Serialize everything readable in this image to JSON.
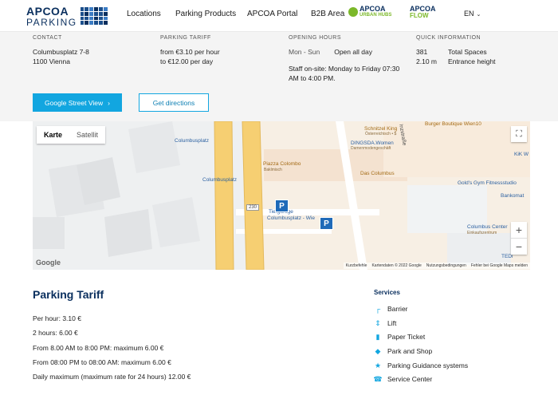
{
  "header": {
    "logo_main": "APCOA",
    "logo_sub": "PARKING",
    "nav": [
      "Locations",
      "Parking Products",
      "APCOA Portal",
      "B2B Area"
    ],
    "urban_main": "APCOA",
    "urban_sub": "URBAN HUBS",
    "flow_main": "APCOA",
    "flow_sub": "FLOW",
    "lang": "EN"
  },
  "info": {
    "contact_label": "CONTACT",
    "contact_lines": [
      "Columbusplatz 7-8",
      "1100 Vienna"
    ],
    "tariff_label": "PARKING TARIFF",
    "tariff_lines": [
      "from €3.10 per hour",
      "to €12.00 per day"
    ],
    "hours_label": "OPENING HOURS",
    "hours_days": "Mon - Sun",
    "hours_value": "Open all day",
    "staff": "Staff on-site: Monday to Friday 07:30 AM to 4:00 PM.",
    "quick_label": "QUICK INFORMATION",
    "quick_rows": [
      {
        "value": "381",
        "label": "Total Spaces"
      },
      {
        "value": "2.10 m",
        "label": "Entrance height"
      }
    ]
  },
  "buttons": {
    "street_view": "Google Street View",
    "directions": "Get directions"
  },
  "map": {
    "type_map": "Karte",
    "type_sat": "Satellit",
    "labels": {
      "columbusplatz_top": "Columbusplatz",
      "columbusplatz_mid": "Columbusplatz",
      "piazza": "Piazza Colombo",
      "piazza_sub": "Baklmisch",
      "schnitzel": "Schnitzel King",
      "schnitzel_sub": "Österreichisch • $",
      "dingsda": "DINGSDA.Women",
      "dingsda_sub": "Damenmodengeschäft",
      "das_columbus": "Das Columbus",
      "burger": "Burger Boutique Wien10",
      "kik": "KiK W",
      "golds": "Gold's Gym Fitnessstudio",
      "bankomat": "Bankomat",
      "columbus_center": "Columbus Center",
      "columbus_center_sub": "Einkaufszentrum",
      "tedi": "TEDi",
      "street": "Inzstraße",
      "road_num": "230",
      "tiefgarage": "Tiefgarage",
      "tiefgarage2": "Columbusplatz - Wie"
    },
    "google": "Google",
    "attribution": [
      "Kurzbefehle",
      "Kartendaten © 2022 Google",
      "Nutzungsbedingungen",
      "Fehler bei Google Maps melden"
    ]
  },
  "tariff": {
    "title": "Parking Tariff",
    "lines": [
      "Per hour: 3.10 €",
      "2 hours: 6.00 €",
      "From 8.00 AM to 8:00 PM: maximum 6.00 €",
      "From 08:00 PM to 08:00 AM: maximum 6.00 €",
      "Daily maximum (maximum rate for 24 hours) 12.00 €"
    ]
  },
  "services": {
    "title": "Services",
    "items": [
      {
        "label": "Barrier",
        "icon": "barrier-icon"
      },
      {
        "label": "Lift",
        "icon": "lift-icon"
      },
      {
        "label": "Paper Ticket",
        "icon": "ticket-icon"
      },
      {
        "label": "Park and Shop",
        "icon": "park-shop-icon"
      },
      {
        "label": "Parking Guidance systems",
        "icon": "guidance-icon"
      },
      {
        "label": "Service Center",
        "icon": "service-center-icon"
      }
    ]
  },
  "colors": {
    "primary": "#0a2f5e",
    "accent": "#12a6e0",
    "urban_green": "#7bb829",
    "parking_pin": "#1f6ab8"
  }
}
